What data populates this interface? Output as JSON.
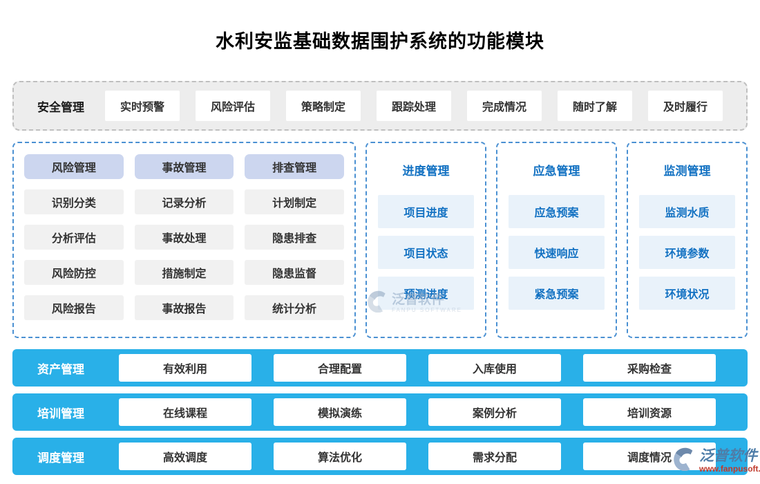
{
  "title": "水利安监基础数据围护系统的功能模块",
  "colors": {
    "bar_blue": "#29b0e8",
    "panel_border_blue": "#4a90d2",
    "item_text_blue": "#1271c2",
    "item_bg_blue": "#e9f2fa",
    "header_chip_bg": "#ccd6ef",
    "gray_chip_bg": "#f1f1f1",
    "security_bg": "#ededed"
  },
  "security": {
    "label": "安全管理",
    "items": [
      "实时预警",
      "风险评估",
      "策略制定",
      "跟踪处理",
      "完成情况",
      "随时了解",
      "及时履行"
    ]
  },
  "matrix_panel": {
    "columns": [
      {
        "header": "风险管理",
        "items": [
          "识别分类",
          "分析评估",
          "风险防控",
          "风险报告"
        ]
      },
      {
        "header": "事故管理",
        "items": [
          "记录分析",
          "事故处理",
          "措施制定",
          "事故报告"
        ]
      },
      {
        "header": "排查管理",
        "items": [
          "计划制定",
          "隐患排查",
          "隐患监督",
          "统计分析"
        ]
      }
    ]
  },
  "list_panels": [
    {
      "title": "进度管理",
      "items": [
        "项目进度",
        "项目状态",
        "预测进度"
      ]
    },
    {
      "title": "应急管理",
      "items": [
        "应急预案",
        "快速响应",
        "紧急预案"
      ]
    },
    {
      "title": "监测管理",
      "items": [
        "监测水质",
        "环境参数",
        "环境状况"
      ]
    }
  ],
  "bars": [
    {
      "label": "资产管理",
      "items": [
        "有效利用",
        "合理配置",
        "入库使用",
        "采购检查"
      ]
    },
    {
      "label": "培训管理",
      "items": [
        "在线课程",
        "模拟演练",
        "案例分析",
        "培训资源"
      ]
    },
    {
      "label": "调度管理",
      "items": [
        "高效调度",
        "算法优化",
        "需求分配",
        "调度情况"
      ]
    }
  ],
  "watermark_center": {
    "brand": "泛普软件",
    "subtitle": "FANPU SOFTWARE"
  },
  "watermark_corner": {
    "brand": "泛普软件",
    "url": "www.fanpusoft.com"
  }
}
